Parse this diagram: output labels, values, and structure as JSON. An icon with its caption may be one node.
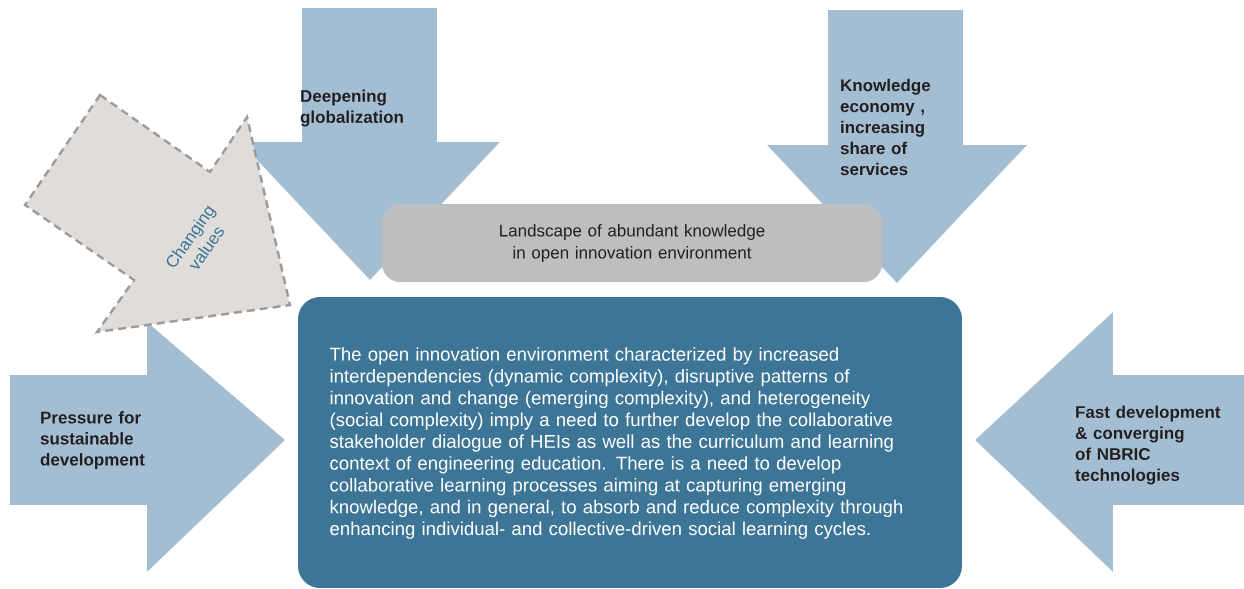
{
  "diagram": {
    "nodes": [
      {
        "text": [
          "Deepening globalization"
        ]
      },
      {
        "text": [
          "Knowledge economy , increasing share of services"
        ]
      },
      {
        "text": [
          "Changing values"
        ]
      },
      {
        "text": [
          "Landscape of abundant knowledge in open innovation environment"
        ]
      },
      {
        "text": [
          "Pressure for sustainable development"
        ]
      },
      {
        "text": [
          "The open innovation environment characterized by increased interdependencies (dynamic complexity), disruptive patterns of innovation and change (emerging complexity), and heterogeneity (social complexity) imply a need to further develop the collaborative stakeholder dialogue of HEIs as well as the curriculum and learning context of engineering education. There is a need to develop collaborative learning processes aiming at capturing emerging knowledge, and in general, to absorb and reduce complexity through enhancing individual- and collective-driven social learning cycles."
        ]
      },
      {
        "text": [
          "Fast development & converging of NBRIC technologies"
        ]
      }
    ]
  }
}
